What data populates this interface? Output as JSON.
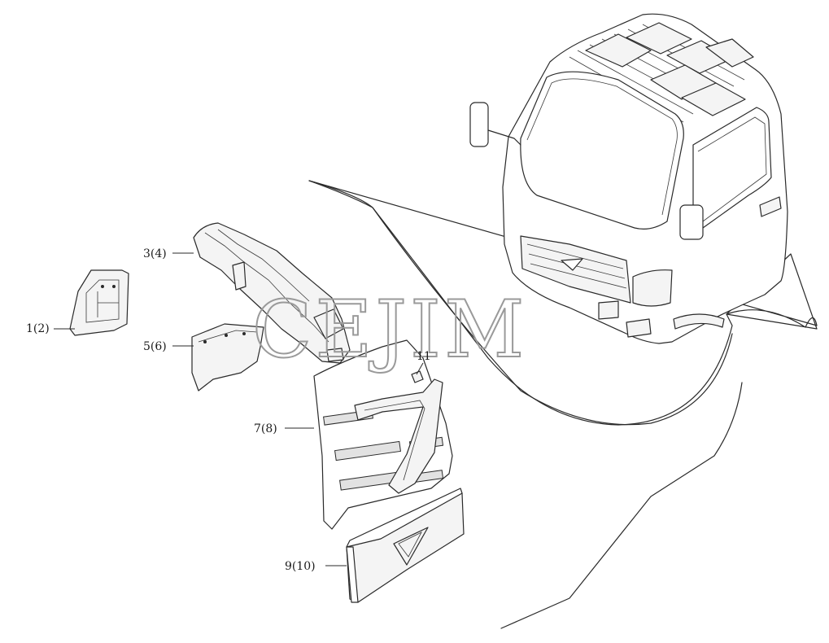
{
  "diagram": {
    "watermark": "CEJIM",
    "callouts": [
      {
        "id": "c1",
        "label": "1(2)"
      },
      {
        "id": "c3",
        "label": "3(4)"
      },
      {
        "id": "c5",
        "label": "5(6)"
      },
      {
        "id": "c7",
        "label": "7(8)"
      },
      {
        "id": "c9",
        "label": "9(10)"
      },
      {
        "id": "c11",
        "label": "11"
      }
    ]
  }
}
